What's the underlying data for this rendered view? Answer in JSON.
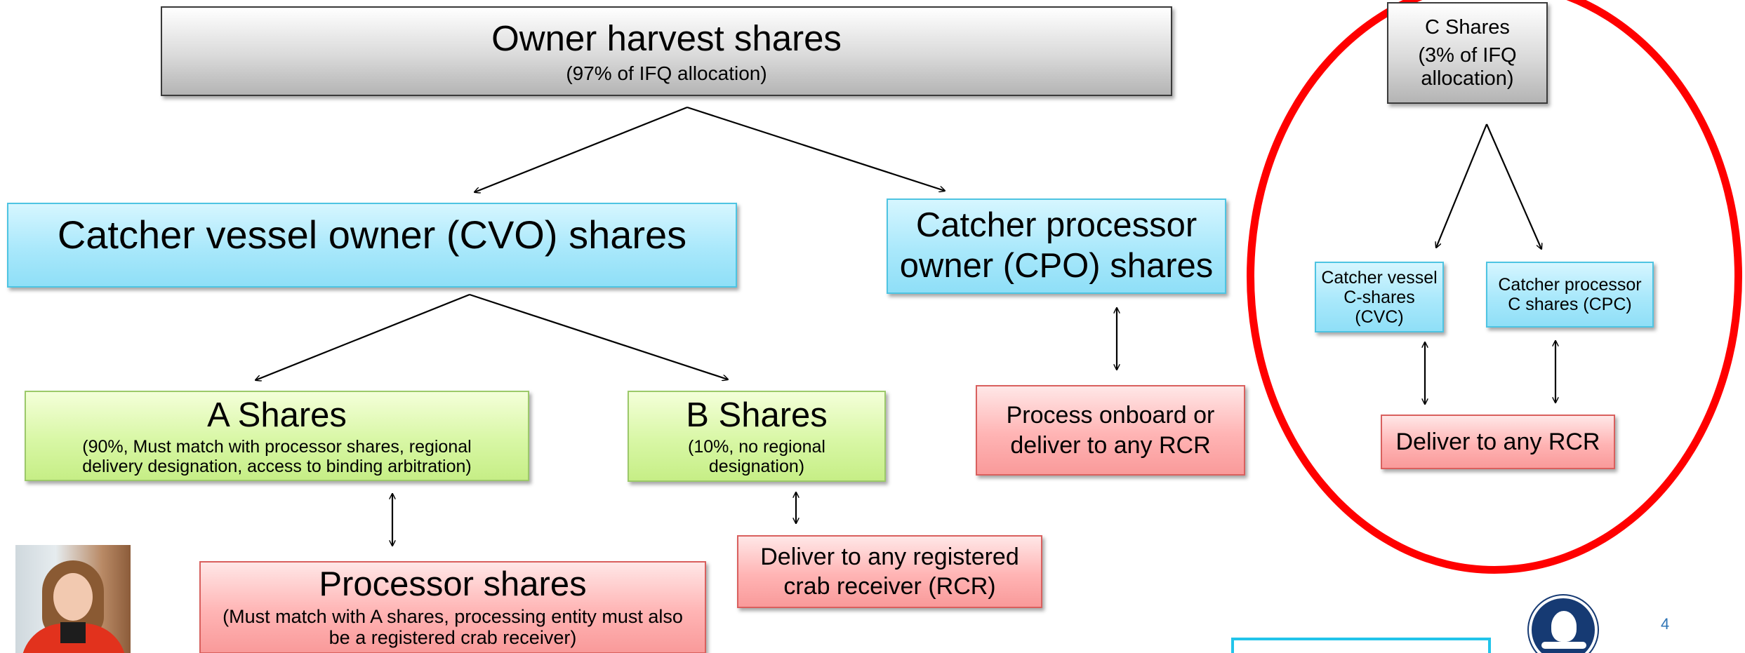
{
  "owner": {
    "title": "Owner harvest shares",
    "subtitle": "(97% of IFQ allocation)"
  },
  "cvo": {
    "title": "Catcher vessel owner (CVO) shares"
  },
  "cpo": {
    "title": "Catcher processor owner (CPO) shares"
  },
  "a_shares": {
    "title": "A Shares",
    "subtitle": "(90%, Must match with processor shares, regional delivery designation, access to binding arbitration)"
  },
  "b_shares": {
    "title": "B Shares",
    "subtitle": "(10%, no regional designation)"
  },
  "cpo_delivery": {
    "label": "Process onboard or deliver to any RCR"
  },
  "b_delivery": {
    "label": "Deliver to any registered crab receiver (RCR)"
  },
  "processor": {
    "title": "Processor shares",
    "subtitle": "(Must match with A shares, processing entity must also be a registered crab receiver)"
  },
  "c_shares": {
    "title": "C Shares",
    "subtitle": "(3% of IFQ allocation)"
  },
  "cvc": {
    "label": "Catcher vessel C-shares (CVC)"
  },
  "cpc": {
    "label": "Catcher processor C shares (CPC)"
  },
  "c_delivery": {
    "label": "Deliver to any RCR"
  },
  "page_number": "4",
  "colors": {
    "gray_box": "#d9d9d9",
    "blue_box": "#a9e8fb",
    "green_box": "#d8f7a5",
    "red_box": "#ffb4b4",
    "highlight_ellipse": "#ff0000",
    "page_number": "#2e74b5"
  },
  "icons": [
    "portrait-photo",
    "agency-logo-icon"
  ]
}
